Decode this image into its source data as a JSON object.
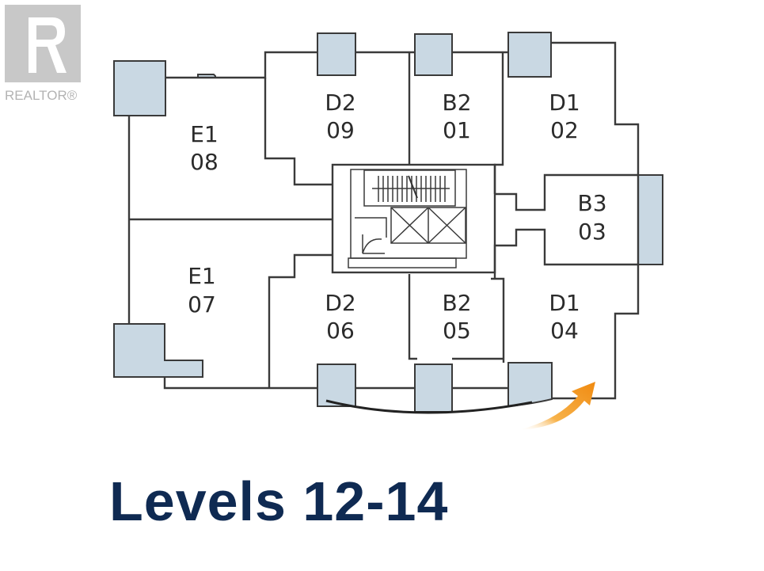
{
  "watermark": {
    "text": "REALTOR®"
  },
  "units": [
    {
      "id": "u08",
      "type": "E1",
      "number": "08"
    },
    {
      "id": "u09",
      "type": "D2",
      "number": "09"
    },
    {
      "id": "u01",
      "type": "B2",
      "number": "01"
    },
    {
      "id": "u02",
      "type": "D1",
      "number": "02"
    },
    {
      "id": "u03",
      "type": "B3",
      "number": "03"
    },
    {
      "id": "u07",
      "type": "E1",
      "number": "07"
    },
    {
      "id": "u06",
      "type": "D2",
      "number": "06"
    },
    {
      "id": "u05",
      "type": "B2",
      "number": "05"
    },
    {
      "id": "u04",
      "type": "D1",
      "number": "04"
    }
  ],
  "caption": "Levels 12-14",
  "colors": {
    "balcony": "#c9d8e3",
    "arrow": "#f39a1e",
    "caption": "#0f2a52",
    "wall": "#3a3a3a"
  }
}
